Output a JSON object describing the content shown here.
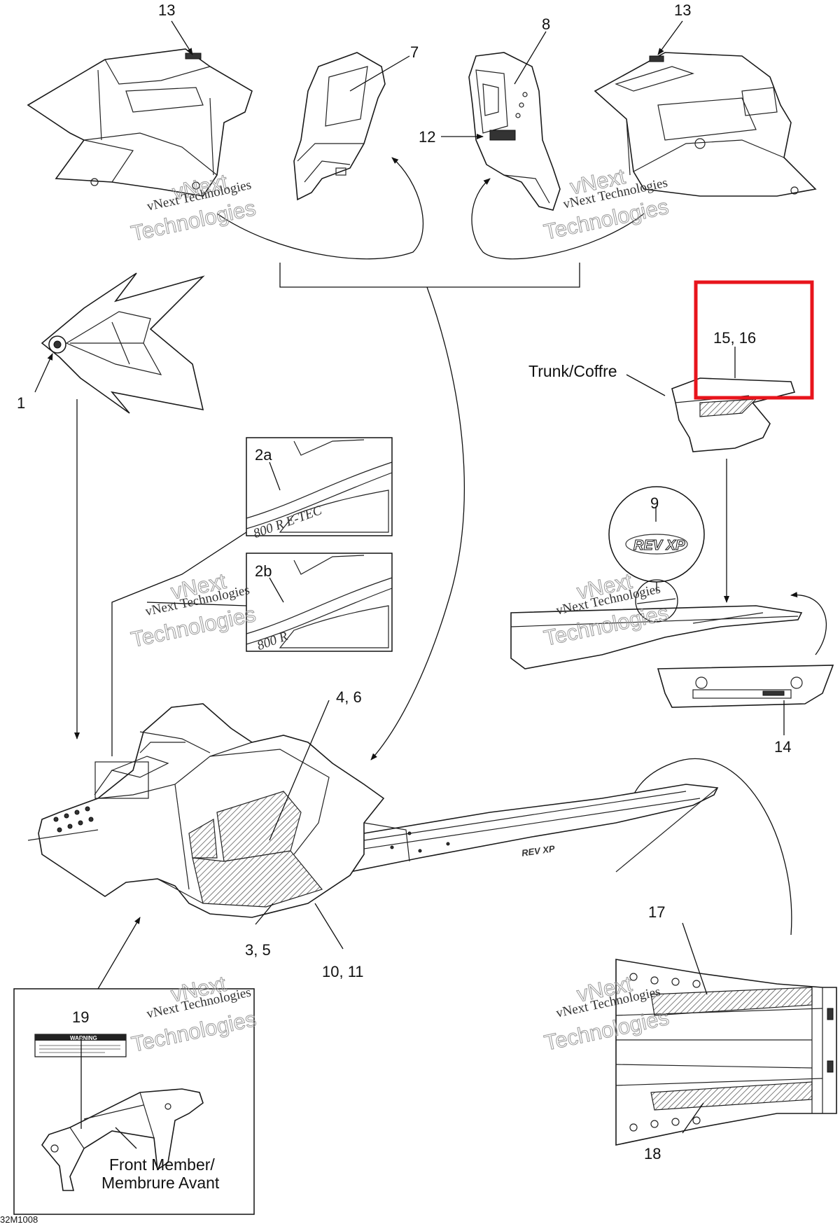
{
  "labels": {
    "l13_left": "13",
    "l7": "7",
    "l8": "8",
    "l13_right": "13",
    "l12": "12",
    "l1": "1",
    "l15_16": "15, 16",
    "trunk": "Trunk/Coffre",
    "l2a": "2a",
    "l2b": "2b",
    "l9": "9",
    "l4_6": "4, 6",
    "l14": "14",
    "l3_5": "3, 5",
    "l10_11": "10, 11",
    "l17": "17",
    "l18": "18",
    "l19": "19",
    "front_member_1": "Front Member/",
    "front_member_2": "Membrure Avant",
    "drawing_code": "32M1008"
  },
  "watermark": {
    "line1": "vNext Technologies",
    "line2": "vNext",
    "line3": "Technologies"
  },
  "decals": {
    "warning": "WARNING",
    "rev_xp": "REV XP",
    "model_2a": "800 R E-TEC",
    "model_2b": "800 R"
  },
  "highlight": {
    "color": "#e8141c"
  }
}
